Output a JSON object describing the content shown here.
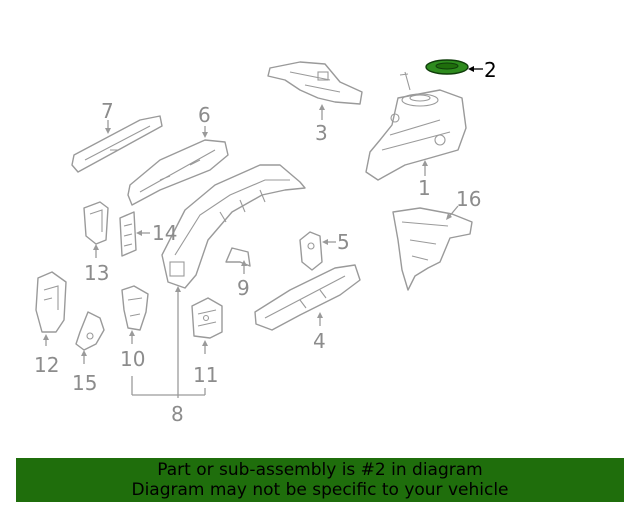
{
  "diagram": {
    "callouts": [
      "1",
      "2",
      "3",
      "4",
      "5",
      "6",
      "7",
      "8",
      "9",
      "10",
      "11",
      "12",
      "13",
      "14",
      "15",
      "16"
    ],
    "highlighted_callout": "2",
    "highlight_color": "#2e8b1e",
    "line_color": "#9a9a9a"
  },
  "banner": {
    "line1": "Part or sub-assembly is #2 in diagram",
    "line2": "Diagram may not be specific to your vehicle",
    "background": "#1f6e0c"
  }
}
